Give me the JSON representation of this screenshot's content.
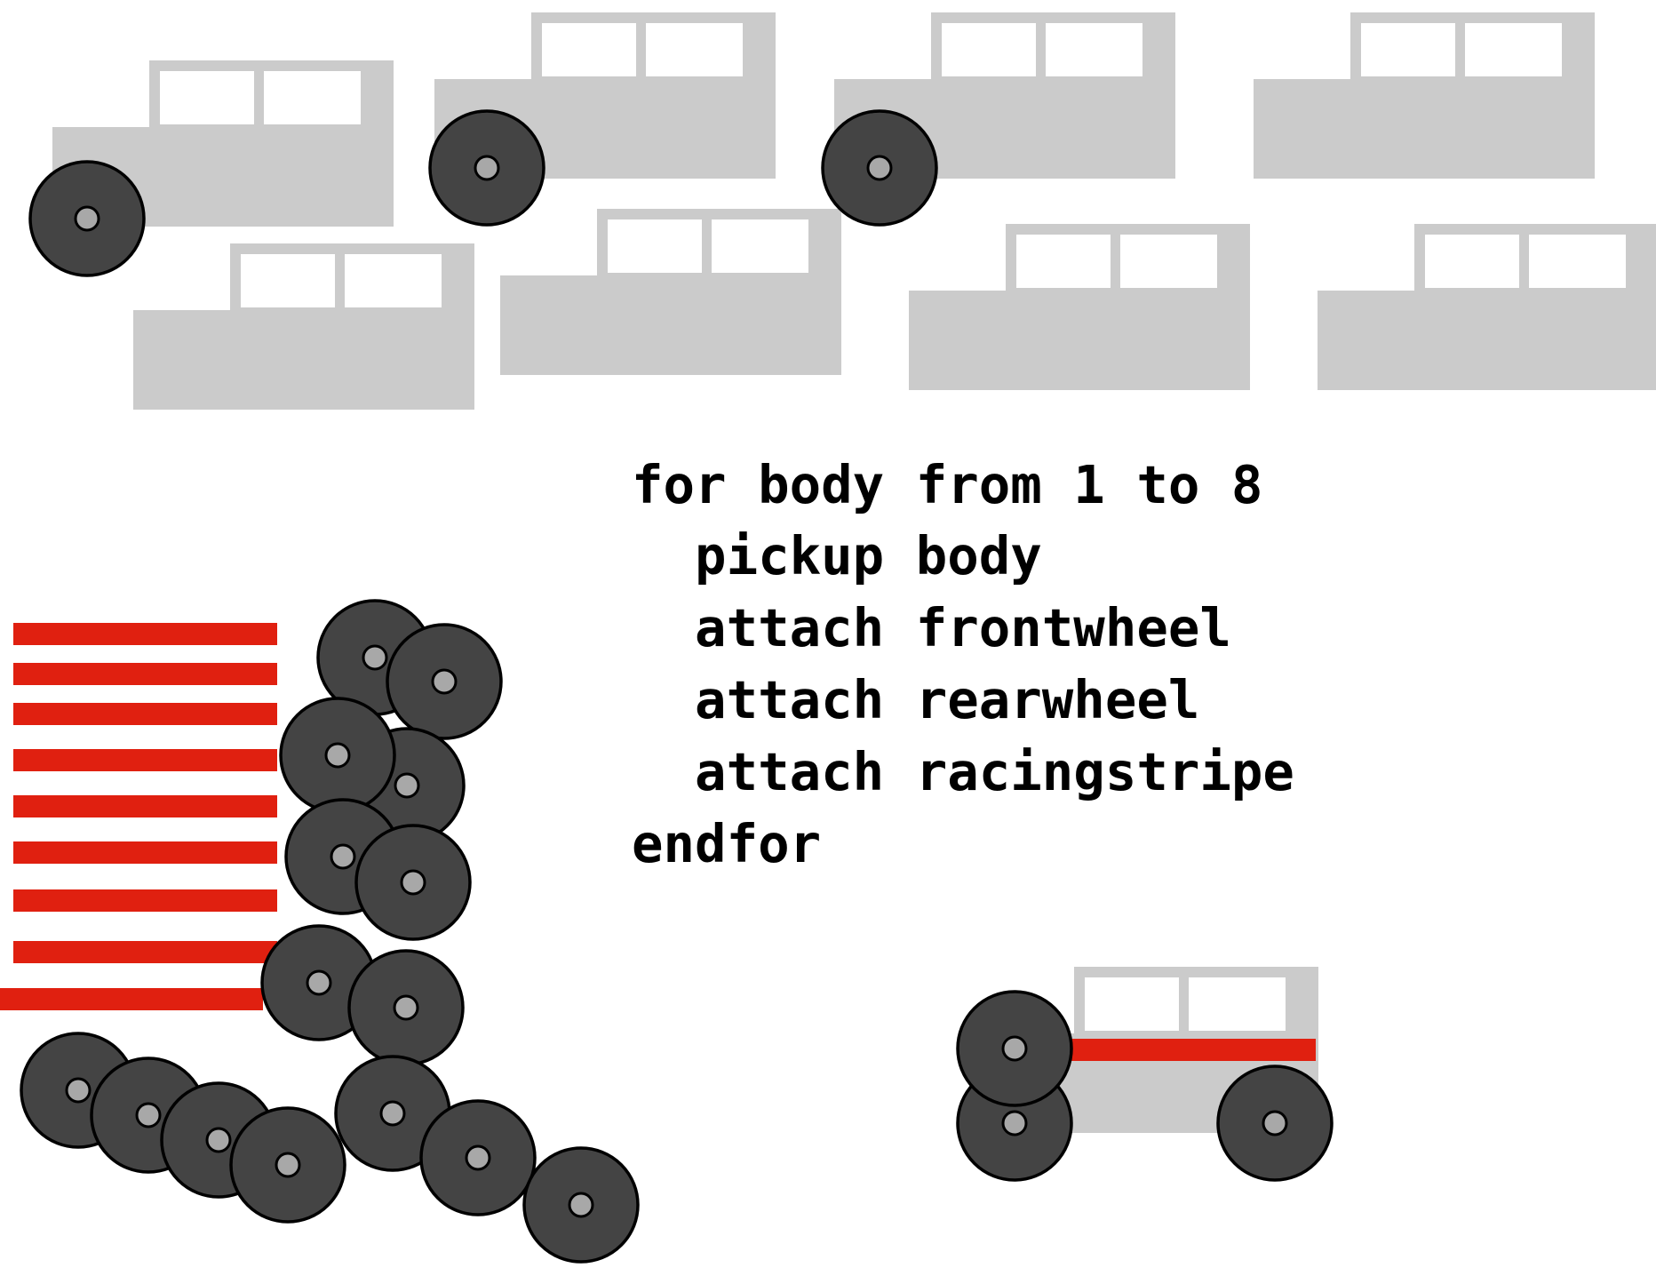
{
  "code": {
    "lines": [
      "for body from 1 to 8",
      "  pickup body",
      "  attach frontwheel",
      "  attach rearwheel",
      "  attach racingstripe",
      "endfor"
    ]
  },
  "colors": {
    "car_body": "#cbcbcb",
    "window": "#ffffff",
    "tire": "#444444",
    "hub": "#a8a8a8",
    "outline": "#000000",
    "racing_stripe": "#e02010"
  },
  "icons": {
    "car_body": "car-body-icon",
    "wheel": "wheel-icon",
    "racing_stripe": "racing-stripe-icon",
    "assembled_car": "assembled-car-icon"
  }
}
